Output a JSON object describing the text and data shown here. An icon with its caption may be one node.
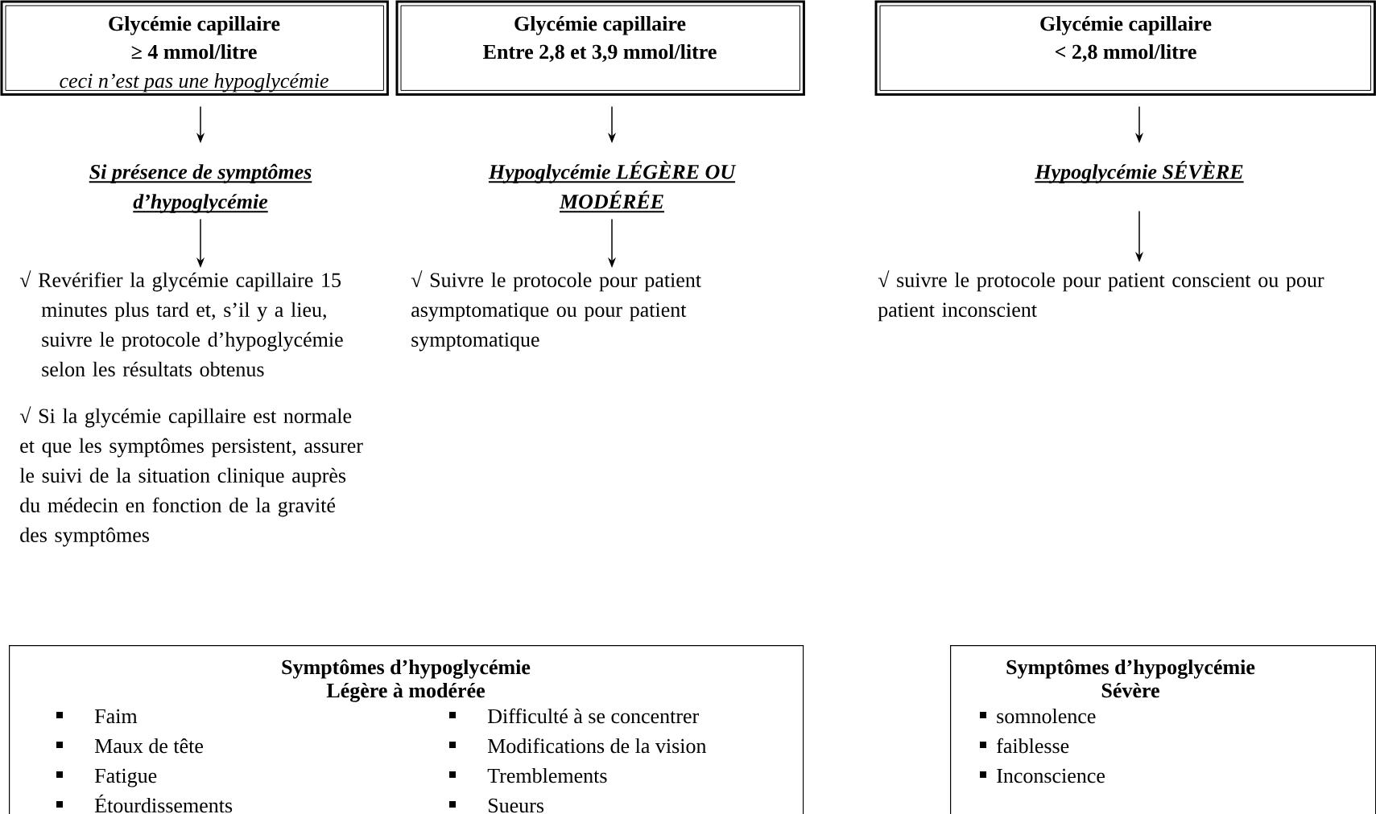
{
  "diagram": {
    "nodes": [
      {
        "text": [
          "Glycémie capillaire",
          "≥ 4 mmol/litre",
          "ceci n’est pas une hypoglycémie"
        ]
      },
      {
        "text": [
          "Glycémie capillaire",
          "Entre 2,8 et 3,9 mmol/litre"
        ]
      },
      {
        "text": [
          "Glycémie capillaire",
          "< 2,8 mmol/litre"
        ]
      },
      {
        "text": [
          "Si présence de symptômes d’hypoglycémie"
        ]
      },
      {
        "text": [
          "Hypoglycémie LÉGÈRE OU MODÉRÉE"
        ]
      },
      {
        "text": [
          "Hypoglycémie SÉVÈRE"
        ]
      },
      {
        "text": [
          "√ Revérifier la glycémie capillaire 15 minutes plus tard et, s’il y a lieu, suivre le protocole d’hypoglycémie selon les résultats obtenus",
          "√ Si la glycémie capillaire est normale et que les symptômes persistent, assurer le suivi de la situation clinique auprès du médecin en fonction de la gravité des symptômes"
        ]
      },
      {
        "text": [
          "√ Suivre le protocole pour patient asymptomatique ou pour patient symptomatique"
        ]
      },
      {
        "text": [
          "√ suivre le protocole pour patient conscient ou pour patient inconscient"
        ]
      },
      {
        "text": [
          "Symptômes d’hypoglycémie",
          "Légère à modérée",
          "Faim",
          "Maux de tête",
          "Fatigue",
          "Étourdissements",
          "Difficulté à se concentrer",
          "Modifications de la vision",
          "Tremblements",
          "Sueurs"
        ]
      },
      {
        "text": [
          "Symptômes d’hypoglycémie",
          "Sévère",
          "somnolence",
          "faiblesse",
          "Inconscience"
        ]
      }
    ],
    "edges": [
      {
        "from": 0,
        "to": 3,
        "arrow": "to"
      },
      {
        "from": 3,
        "to": 6,
        "arrow": "to"
      },
      {
        "from": 1,
        "to": 4,
        "arrow": "to"
      },
      {
        "from": 4,
        "to": 7,
        "arrow": "to"
      },
      {
        "from": 2,
        "to": 5,
        "arrow": "to"
      },
      {
        "from": 5,
        "to": 8,
        "arrow": "to"
      }
    ]
  }
}
